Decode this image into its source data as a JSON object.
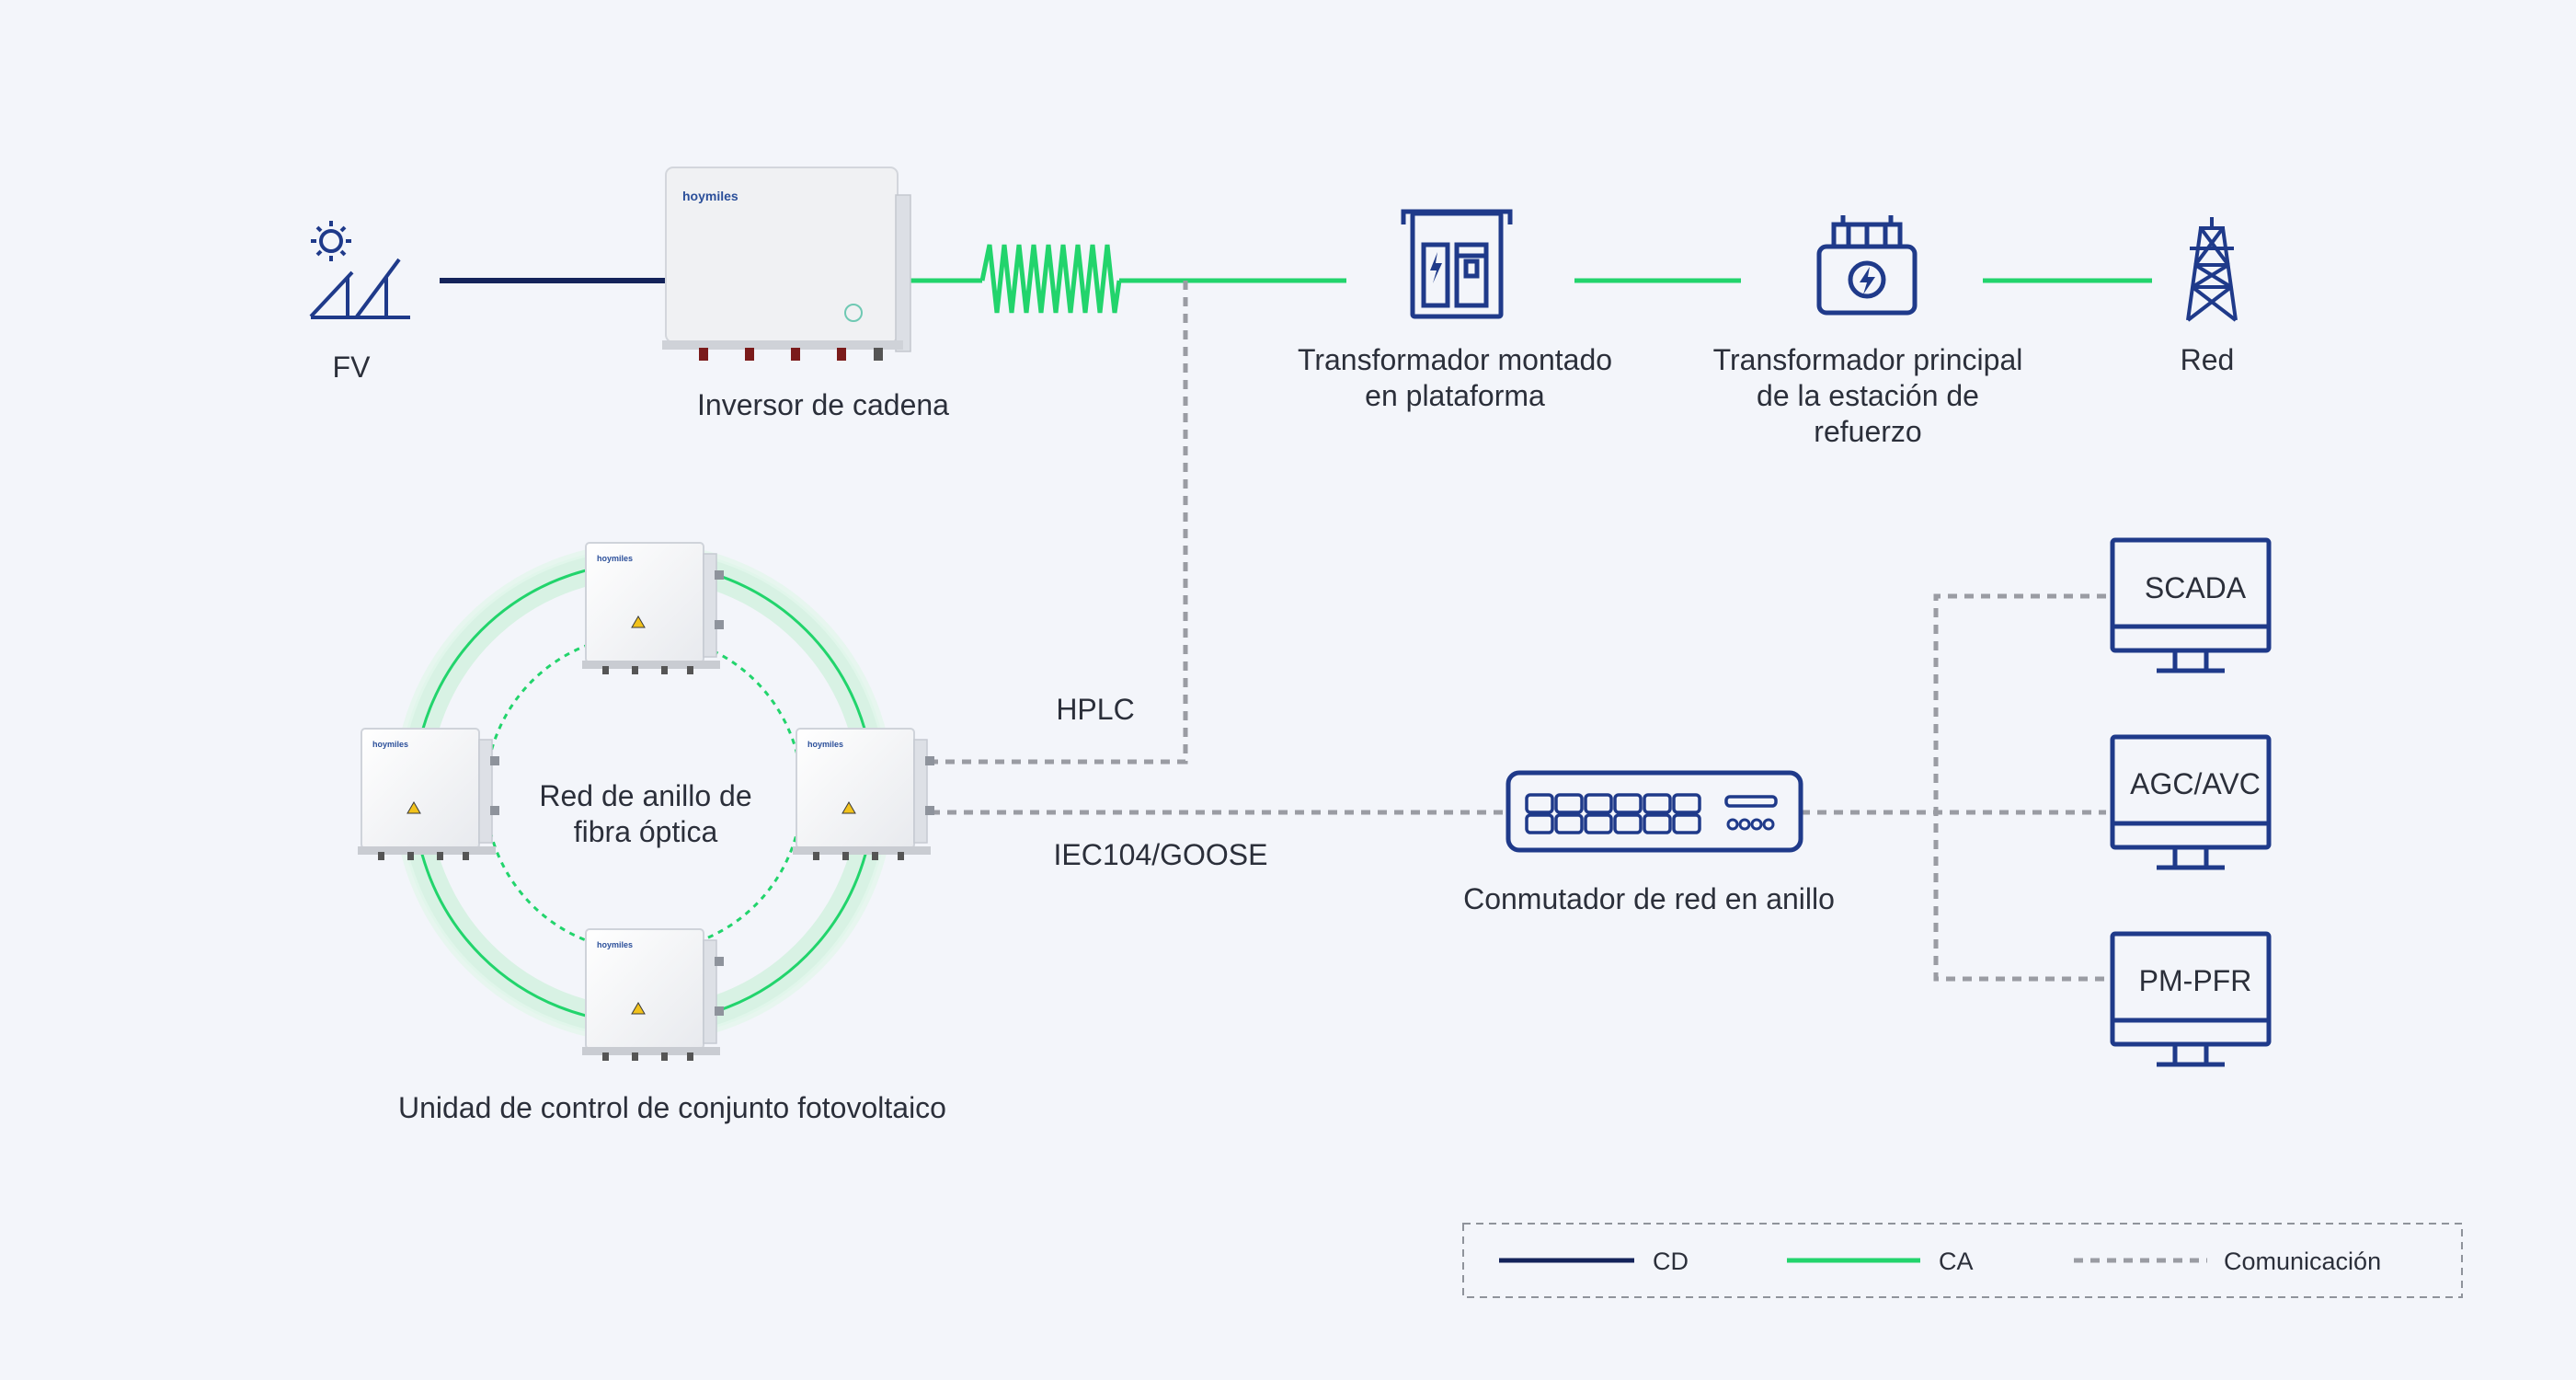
{
  "nodes": {
    "pv": {
      "label": "FV"
    },
    "inverter": {
      "label": "Inversor de cadena",
      "brand": "hoymiles"
    },
    "box_transformer": {
      "label_line1": "Transformador montado",
      "label_line2": "en plataforma"
    },
    "main_transformer": {
      "label_line1": "Transformador principal",
      "label_line2": "de la estación de",
      "label_line3": "refuerzo"
    },
    "grid": {
      "label": "Red"
    },
    "ring": {
      "center_line1": "Red de anillo de",
      "center_line2": "fibra óptica",
      "caption": "Unidad de control de conjunto fotovoltaico",
      "unit_brand": "hoymiles"
    },
    "switch": {
      "label": "Conmutador de red en anillo"
    },
    "scada": {
      "label": "SCADA"
    },
    "agc": {
      "label": "AGC/AVC"
    },
    "pmpfr": {
      "label": "PM-PFR"
    }
  },
  "links": {
    "hplc": "HPLC",
    "iec": "IEC104/GOOSE"
  },
  "legend": {
    "dc": "CD",
    "ac": "CA",
    "comm": "Comunicación"
  },
  "colors": {
    "dc": "#14235a",
    "ac": "#22d46c",
    "comm": "#9a9ca3",
    "icon": "#1f3a8a",
    "text": "#2b2f3a",
    "background": "#f3f5fa"
  }
}
